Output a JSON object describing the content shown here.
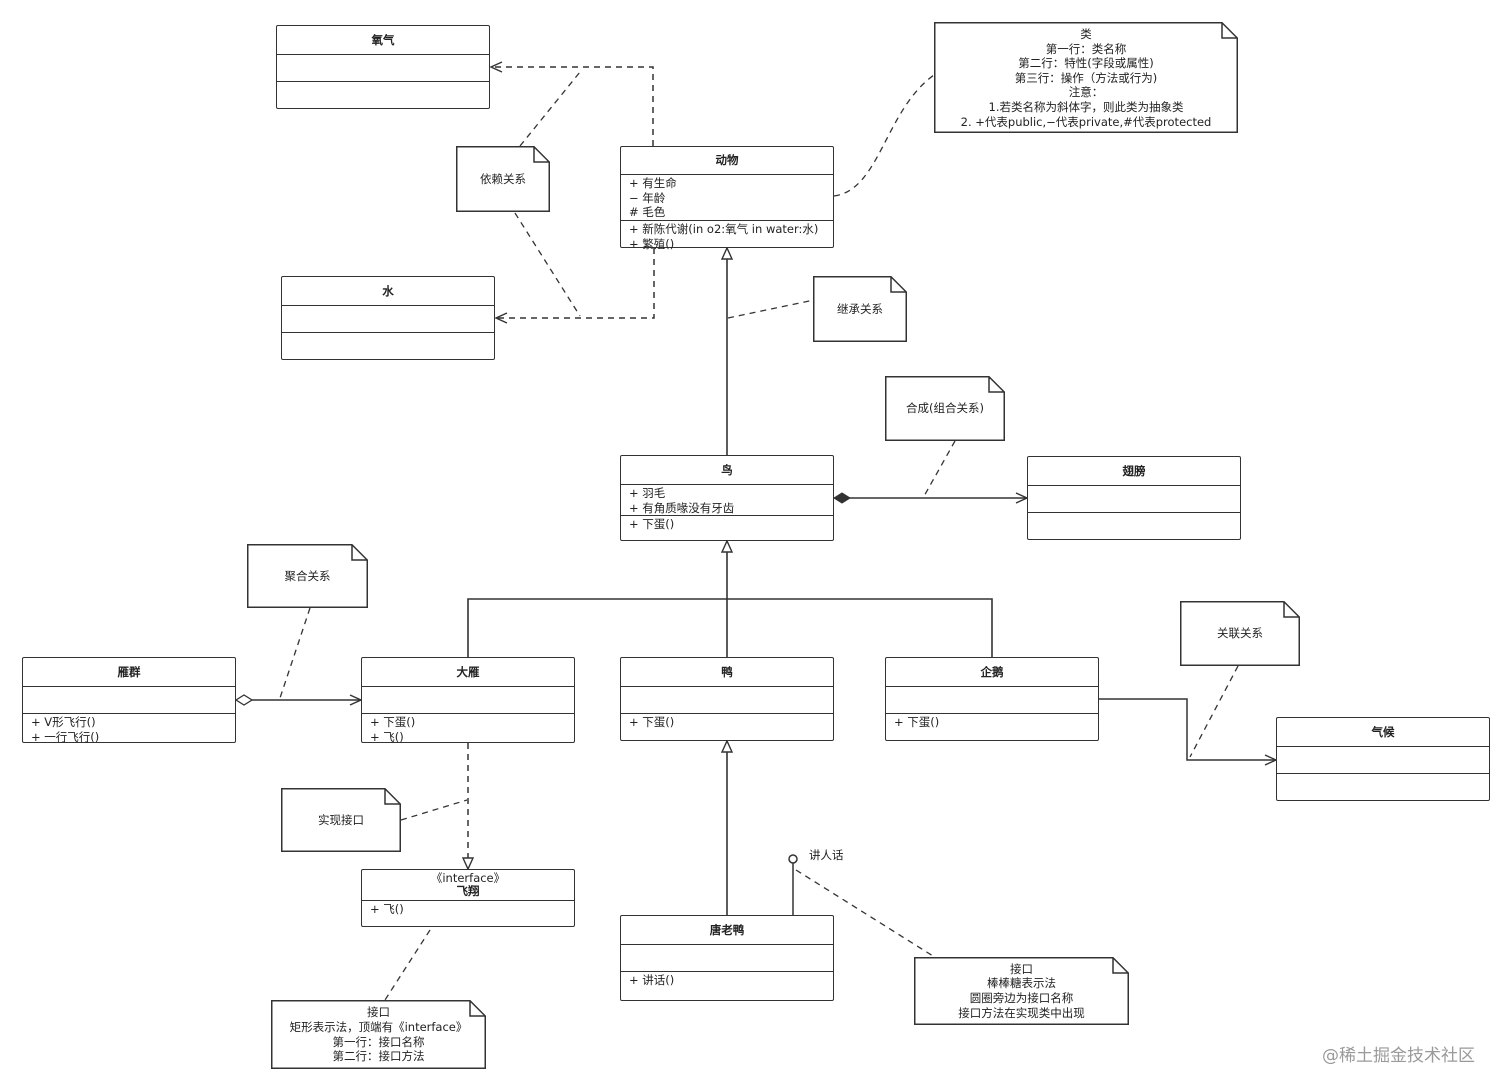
{
  "classes": {
    "oxygen": {
      "name": "氧气"
    },
    "water": {
      "name": "水"
    },
    "animal": {
      "name": "动物",
      "attributes": [
        "+ 有生命",
        "− 年龄",
        "# 毛色"
      ],
      "operations": [
        "+ 新陈代谢(in o2:氧气 in water:水)",
        "+ 繁殖()"
      ]
    },
    "bird": {
      "name": "鸟",
      "attributes": [
        "+ 羽毛",
        "+ 有角质喙没有牙齿"
      ],
      "operations": [
        "+ 下蛋()"
      ]
    },
    "wing": {
      "name": "翅膀"
    },
    "flock": {
      "name": "雁群",
      "operations": [
        "+ V形飞行()",
        "+ 一行飞行()"
      ]
    },
    "goose": {
      "name": "大雁",
      "operations": [
        "+ 下蛋()",
        "+ 飞()"
      ]
    },
    "duck": {
      "name": "鸭",
      "operations": [
        "+ 下蛋()"
      ]
    },
    "penguin": {
      "name": "企鹅",
      "operations": [
        "+ 下蛋()"
      ]
    },
    "climate": {
      "name": "气候"
    },
    "fly": {
      "stereotype": "《interface》",
      "name": "飞翔",
      "operations": [
        "+ 飞()"
      ]
    },
    "donald": {
      "name": "唐老鸭",
      "operations": [
        "+ 讲话()"
      ]
    }
  },
  "notes": {
    "class_legend": [
      "类",
      "第一行：类名称",
      "第二行：特性(字段或属性)",
      "第三行：操作（方法或行为)",
      "注意：",
      "1.若类名称为斜体字，则此类为抽象类",
      "2. +代表public,−代表private,#代表protected"
    ],
    "dependency": [
      "依赖关系"
    ],
    "inheritance": [
      "继承关系"
    ],
    "composition": [
      "合成(组合关系)"
    ],
    "aggregation": [
      "聚合关系"
    ],
    "association": [
      "关联关系"
    ],
    "realization": [
      "实现接口"
    ],
    "interface_rect": [
      "接口",
      "矩形表示法，顶端有《interface》",
      "第一行：接口名称",
      "第二行：接口方法"
    ],
    "interface_lollipop": [
      "接口",
      "棒棒糖表示法",
      "圆圈旁边为接口名称",
      "接口方法在实现类中出现"
    ]
  },
  "lollipop_label": "讲人话",
  "watermark": "@稀土掘金技术社区"
}
